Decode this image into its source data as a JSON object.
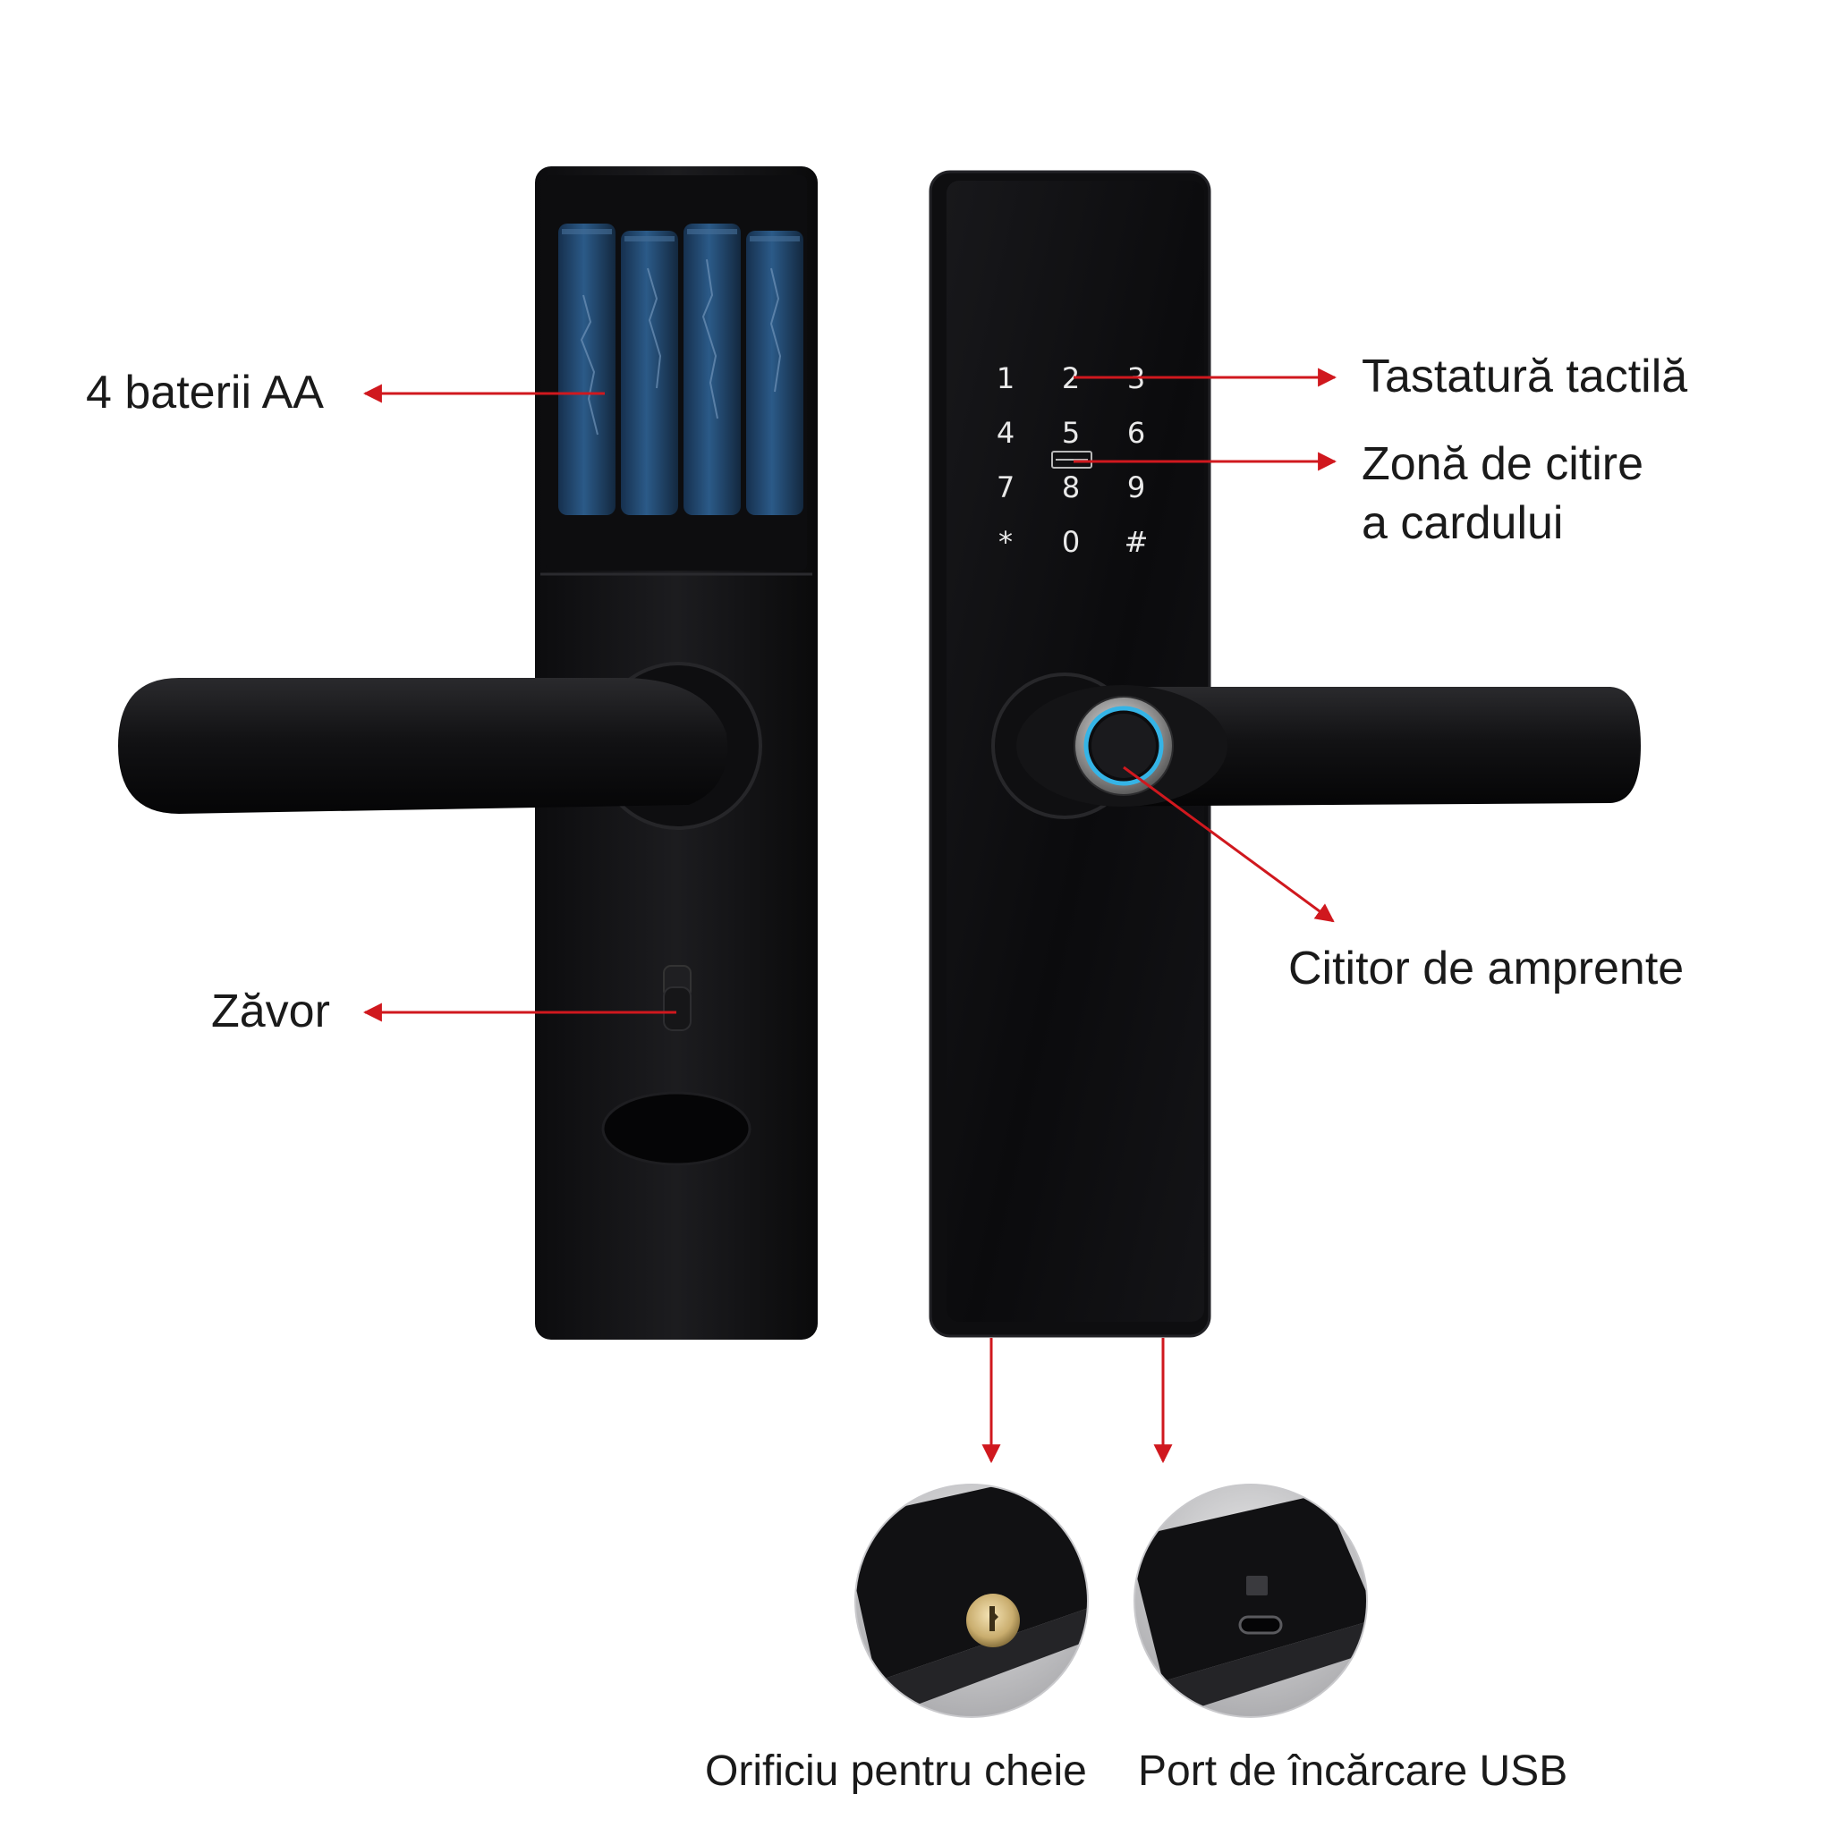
{
  "labels": {
    "batteries": "4 baterii AA",
    "touch_keypad": "Tastatură tactilă",
    "card_zone_line1": "Zonă de citire",
    "card_zone_line2": "a cardului",
    "fingerprint": "Cititor de amprente",
    "latch": "Zăvor",
    "key_hole": "Orificiu pentru cheie",
    "usb_port": "Port de încărcare USB"
  },
  "keypad": {
    "row1": [
      "1",
      "2",
      "3"
    ],
    "row2": [
      "4",
      "5",
      "6"
    ],
    "row3": [
      "7",
      "8",
      "9"
    ],
    "row4": [
      "*",
      "0",
      "#"
    ]
  },
  "colors": {
    "arrow": "#d0181e",
    "panel": "#141416",
    "battery": "#1f3f63",
    "fingerprint_ring": "#35b4e6"
  }
}
